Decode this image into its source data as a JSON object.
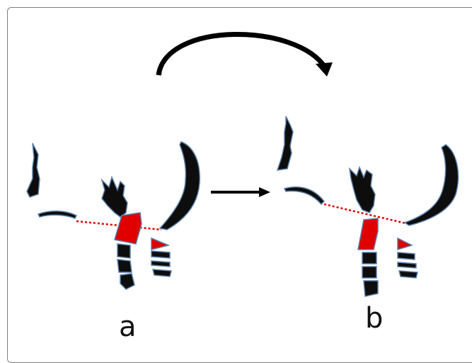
{
  "labels": {
    "a": "a",
    "b": "b"
  },
  "colors": {
    "bone": "#0d0d0d",
    "outline": "#5a7fa8",
    "highlight": "#e00000",
    "dotted_line": "#e00000",
    "arrow": "#000000",
    "frame": "#7f7f7f"
  },
  "icons": {
    "curved_arrow": "curved-arrow-right",
    "straight_arrow": "arrow-right"
  }
}
